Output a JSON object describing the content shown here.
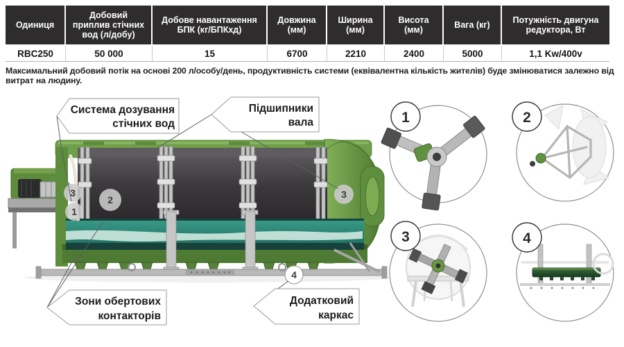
{
  "table": {
    "columns": [
      {
        "header": "Одиниця",
        "value": "RBC250"
      },
      {
        "header": "Добовий приплив стічних вод (л/добу)",
        "value": "50 000"
      },
      {
        "header": "Добове навантаження БПК (кг/БПКхд)",
        "value": "15"
      },
      {
        "header": "Довжина (мм)",
        "value": "6700"
      },
      {
        "header": "Ширина (мм)",
        "value": "2210"
      },
      {
        "header": "Висота (мм)",
        "value": "2400"
      },
      {
        "header": "Вага (кг)",
        "value": "5000"
      },
      {
        "header": "Потужність двигуна редуктора, Вт",
        "value": "1,1 Kw/400v"
      }
    ]
  },
  "note": "Максимальний добовий потік на основі 200 л/особу/день, продуктивність системи (еквівалентна кількість жителів) буде змінюватися залежно від витрат на людину.",
  "diagram": {
    "callouts": {
      "dosing": {
        "line1": "Система дозування",
        "line2": "стічних вод"
      },
      "bearings": {
        "line1": "Підшипники",
        "line2": "вала"
      },
      "zones": {
        "line1": "Зони обертових",
        "line2": "контакторів"
      },
      "frame": {
        "line1": "Додатковий",
        "line2": "каркас"
      }
    },
    "markers": {
      "m3l": "3",
      "m1": "1",
      "m2": "2",
      "m3r": "3",
      "m4": "4"
    },
    "details": {
      "d1": "1",
      "d2": "2",
      "d3": "3",
      "d4": "4"
    }
  },
  "colors": {
    "header_bg": "#2e2c2d",
    "tank_green": "#6a9c47",
    "tank_green_dark": "#4e7a33",
    "drum_dark": "#3b393c",
    "water_teal": "#2e8f80",
    "frame_gray": "#b9b9b9"
  }
}
